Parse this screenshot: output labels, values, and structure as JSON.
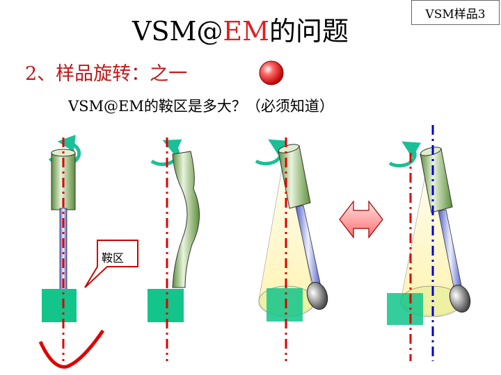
{
  "slide": {
    "title_prefix": "VSM@",
    "title_accent": "EM",
    "title_suffix": "的问题",
    "tag": "VSM样品3",
    "subtitle": "2、样品旋转：之一",
    "question": "VSM@EM的鞍区是多大？（必须知道）",
    "callout": "鞍区"
  },
  "colors": {
    "title_accent": "#e02020",
    "subtitle": "#c01818",
    "rotation_arrow": "#1bbf97",
    "axis_red": "#dd0000",
    "axis_blue": "#0000cc",
    "sample_block": "#13c48b",
    "holder_green": "#7fb05a",
    "rod": "#9aa6e8"
  }
}
